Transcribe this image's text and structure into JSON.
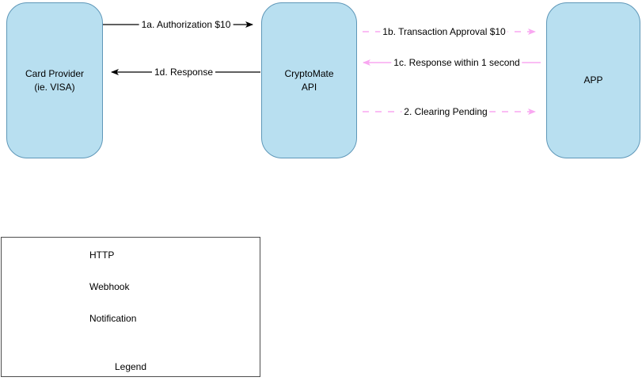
{
  "diagram": {
    "nodes": {
      "card_provider": {
        "line1": "Card Provider",
        "line2": "(ie. VISA)"
      },
      "cryptomate": {
        "line1": "CryptoMate",
        "line2": "API"
      },
      "app": {
        "line1": "APP"
      }
    },
    "arrows": {
      "authorization": {
        "label": "1a. Authorization $10",
        "style": "black-solid",
        "from": "card_provider",
        "to": "cryptomate"
      },
      "response": {
        "label": "1d. Response",
        "style": "black-solid",
        "from": "cryptomate",
        "to": "card_provider"
      },
      "approval": {
        "label": "1b. Transaction Approval $10",
        "style": "pink-dashed",
        "from": "cryptomate",
        "to": "app"
      },
      "response_1s": {
        "label": "1c. Response within 1 second",
        "style": "pink-solid",
        "from": "app",
        "to": "cryptomate"
      },
      "clearing": {
        "label": "2. Clearing Pending",
        "style": "pink-dashed",
        "from": "cryptomate",
        "to": "app"
      }
    },
    "legend": {
      "title": "Legend",
      "items": [
        {
          "label": "HTTP",
          "style": "pink-solid-arrow"
        },
        {
          "label": "Webhook",
          "style": "pink-dashed-arrow"
        },
        {
          "label": "Notification",
          "style": "black-solid-arrow"
        }
      ]
    },
    "colors": {
      "node_fill": "#B8DFF0",
      "node_stroke": "#5E97B8",
      "arrow_pink": "#F9A7F1",
      "arrow_black": "#000000",
      "legend_border": "#4d4d4d"
    }
  }
}
